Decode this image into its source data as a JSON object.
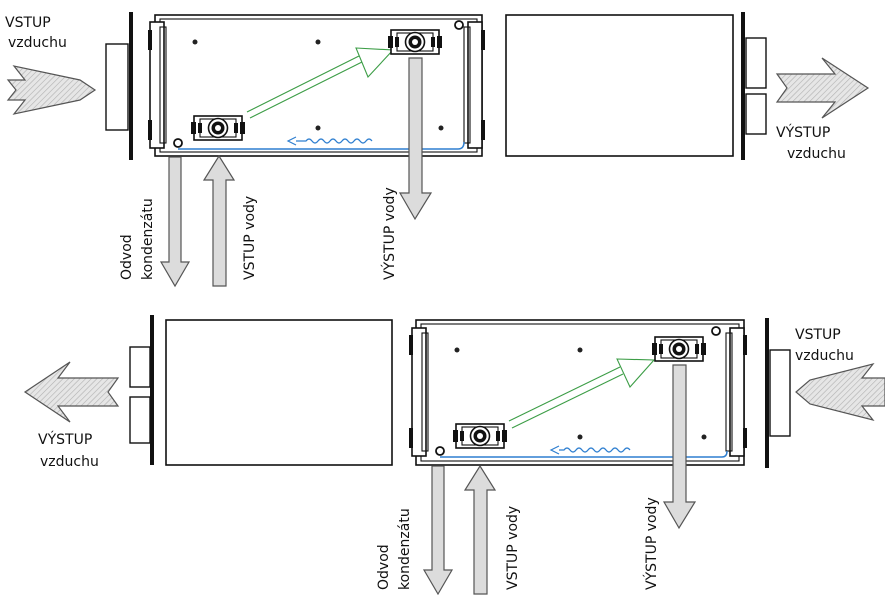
{
  "colors": {
    "arrow_fill": "#dcdcdc",
    "arrow_stroke": "#555555",
    "water_flow": "#2f7fd0",
    "air_flow": "#3c9d46",
    "outline": "#111111"
  },
  "top_unit": {
    "air_in_line1": "VSTUP",
    "air_in_line2": "vzduchu",
    "air_out_line1": "VÝSTUP",
    "air_out_line2": "vzduchu",
    "condensate_line1": "Odvod",
    "condensate_line2": "kondenzátu",
    "water_in": "VSTUP vody",
    "water_out": "VÝSTUP vody"
  },
  "bottom_unit": {
    "air_in_line1": "VSTUP",
    "air_in_line2": "vzduchu",
    "air_out_line1": "VÝSTUP",
    "air_out_line2": "vzduchu",
    "condensate_line1": "Odvod",
    "condensate_line2": "kondenzátu",
    "water_in": "VSTUP vody",
    "water_out": "VÝSTUP vody"
  }
}
